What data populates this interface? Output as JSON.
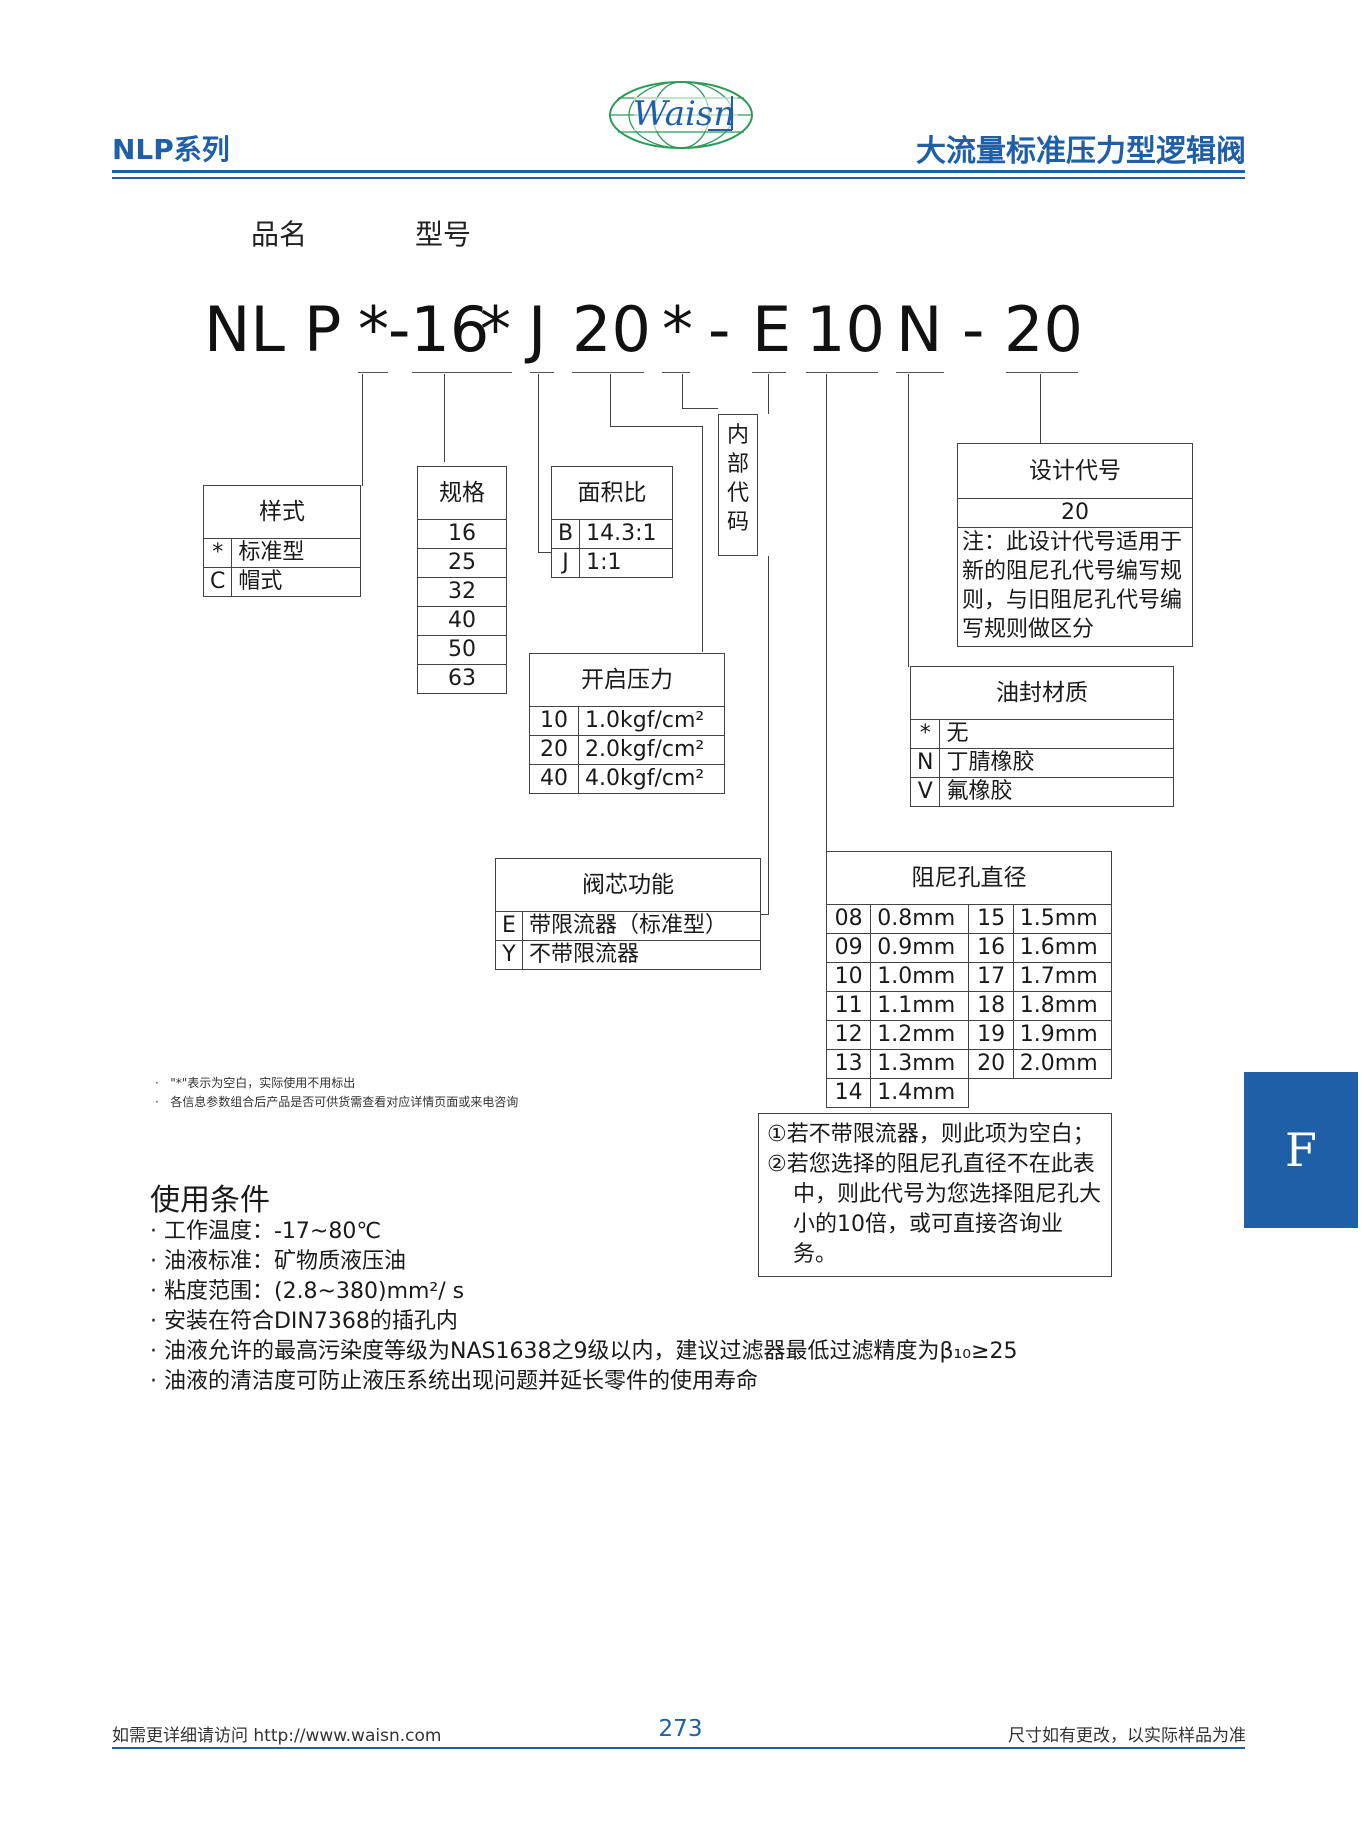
{
  "header": {
    "series": "NLP系列",
    "title": "大流量标准压力型逻辑阀",
    "logo_text": "Waisn"
  },
  "labels": {
    "pinming": "品名",
    "xinghao": "型号"
  },
  "model_code": {
    "parts": [
      "NL",
      "P",
      "*",
      "-16",
      "*",
      "J",
      "20",
      "*",
      "-",
      "E",
      "10",
      "N",
      "-",
      "20"
    ]
  },
  "tables": {
    "style": {
      "title": "样式",
      "rows": [
        [
          "*",
          "标准型"
        ],
        [
          "C",
          "帽式"
        ]
      ]
    },
    "size": {
      "title": "规格",
      "rows": [
        "16",
        "25",
        "32",
        "40",
        "50",
        "63"
      ]
    },
    "area": {
      "title": "面积比",
      "rows": [
        [
          "B",
          "14.3:1"
        ],
        [
          "J",
          "1:1"
        ]
      ]
    },
    "internal": {
      "title": "内部代码",
      "chars": [
        "内",
        "部",
        "代",
        "码"
      ]
    },
    "cracking": {
      "title": "开启压力",
      "rows": [
        [
          "10",
          "1.0kgf/cm²"
        ],
        [
          "20",
          "2.0kgf/cm²"
        ],
        [
          "40",
          "4.0kgf/cm²"
        ]
      ]
    },
    "spool": {
      "title": "阀芯功能",
      "rows": [
        [
          "E",
          "带限流器（标准型）"
        ],
        [
          "Y",
          "不带限流器"
        ]
      ]
    },
    "design": {
      "title": "设计代号",
      "value": "20",
      "note": [
        "注：此设计代号适用于",
        "新的阻尼孔代号编写规",
        "则，与旧阻尼孔代号编",
        "写规则做区分"
      ]
    },
    "seal": {
      "title": "油封材质",
      "rows": [
        [
          "*",
          "无"
        ],
        [
          "N",
          "丁腈橡胶"
        ],
        [
          "V",
          "氟橡胶"
        ]
      ]
    },
    "orifice": {
      "title": "阻尼孔直径",
      "rows": [
        [
          "08",
          "0.8mm",
          "15",
          "1.5mm"
        ],
        [
          "09",
          "0.9mm",
          "16",
          "1.6mm"
        ],
        [
          "10",
          "1.0mm",
          "17",
          "1.7mm"
        ],
        [
          "11",
          "1.1mm",
          "18",
          "1.8mm"
        ],
        [
          "12",
          "1.2mm",
          "19",
          "1.9mm"
        ],
        [
          "13",
          "1.3mm",
          "20",
          "2.0mm"
        ],
        [
          "14",
          "1.4mm",
          "",
          ""
        ]
      ],
      "notes": [
        "①若不带限流器，则此项为空白；",
        "②若您选择的阻尼孔直径不在此表",
        "中，则此代号为您选择阻尼孔大",
        "小的10倍，或可直接咨询业务。"
      ]
    }
  },
  "footnotes": [
    "\"*\"表示为空白，实际使用不用标出",
    "各信息参数组合后产品是否可供货需查看对应详情页面或来电咨询"
  ],
  "conditions": {
    "title": "使用条件",
    "items": [
      "· 工作温度：-17~80℃",
      "· 油液标准：矿物质液压油",
      "· 粘度范围：(2.8~380)mm²/ s",
      "· 安装在符合DIN7368的插孔内",
      "· 油液允许的最高污染度等级为NAS1638之9级以内，建议过滤器最低过滤精度为β₁₀≥25",
      "· 油液的清洁度可防止液压系统出现问题并延长零件的使用寿命"
    ]
  },
  "side_tab": "F",
  "footer": {
    "left": "如需更详细请访问 http://www.waisn.com",
    "page": "273",
    "right": "尺寸如有更改，以实际样品为准"
  },
  "colors": {
    "brand_blue": "#1f5fa8",
    "logo_green": "#2e9a5a"
  }
}
